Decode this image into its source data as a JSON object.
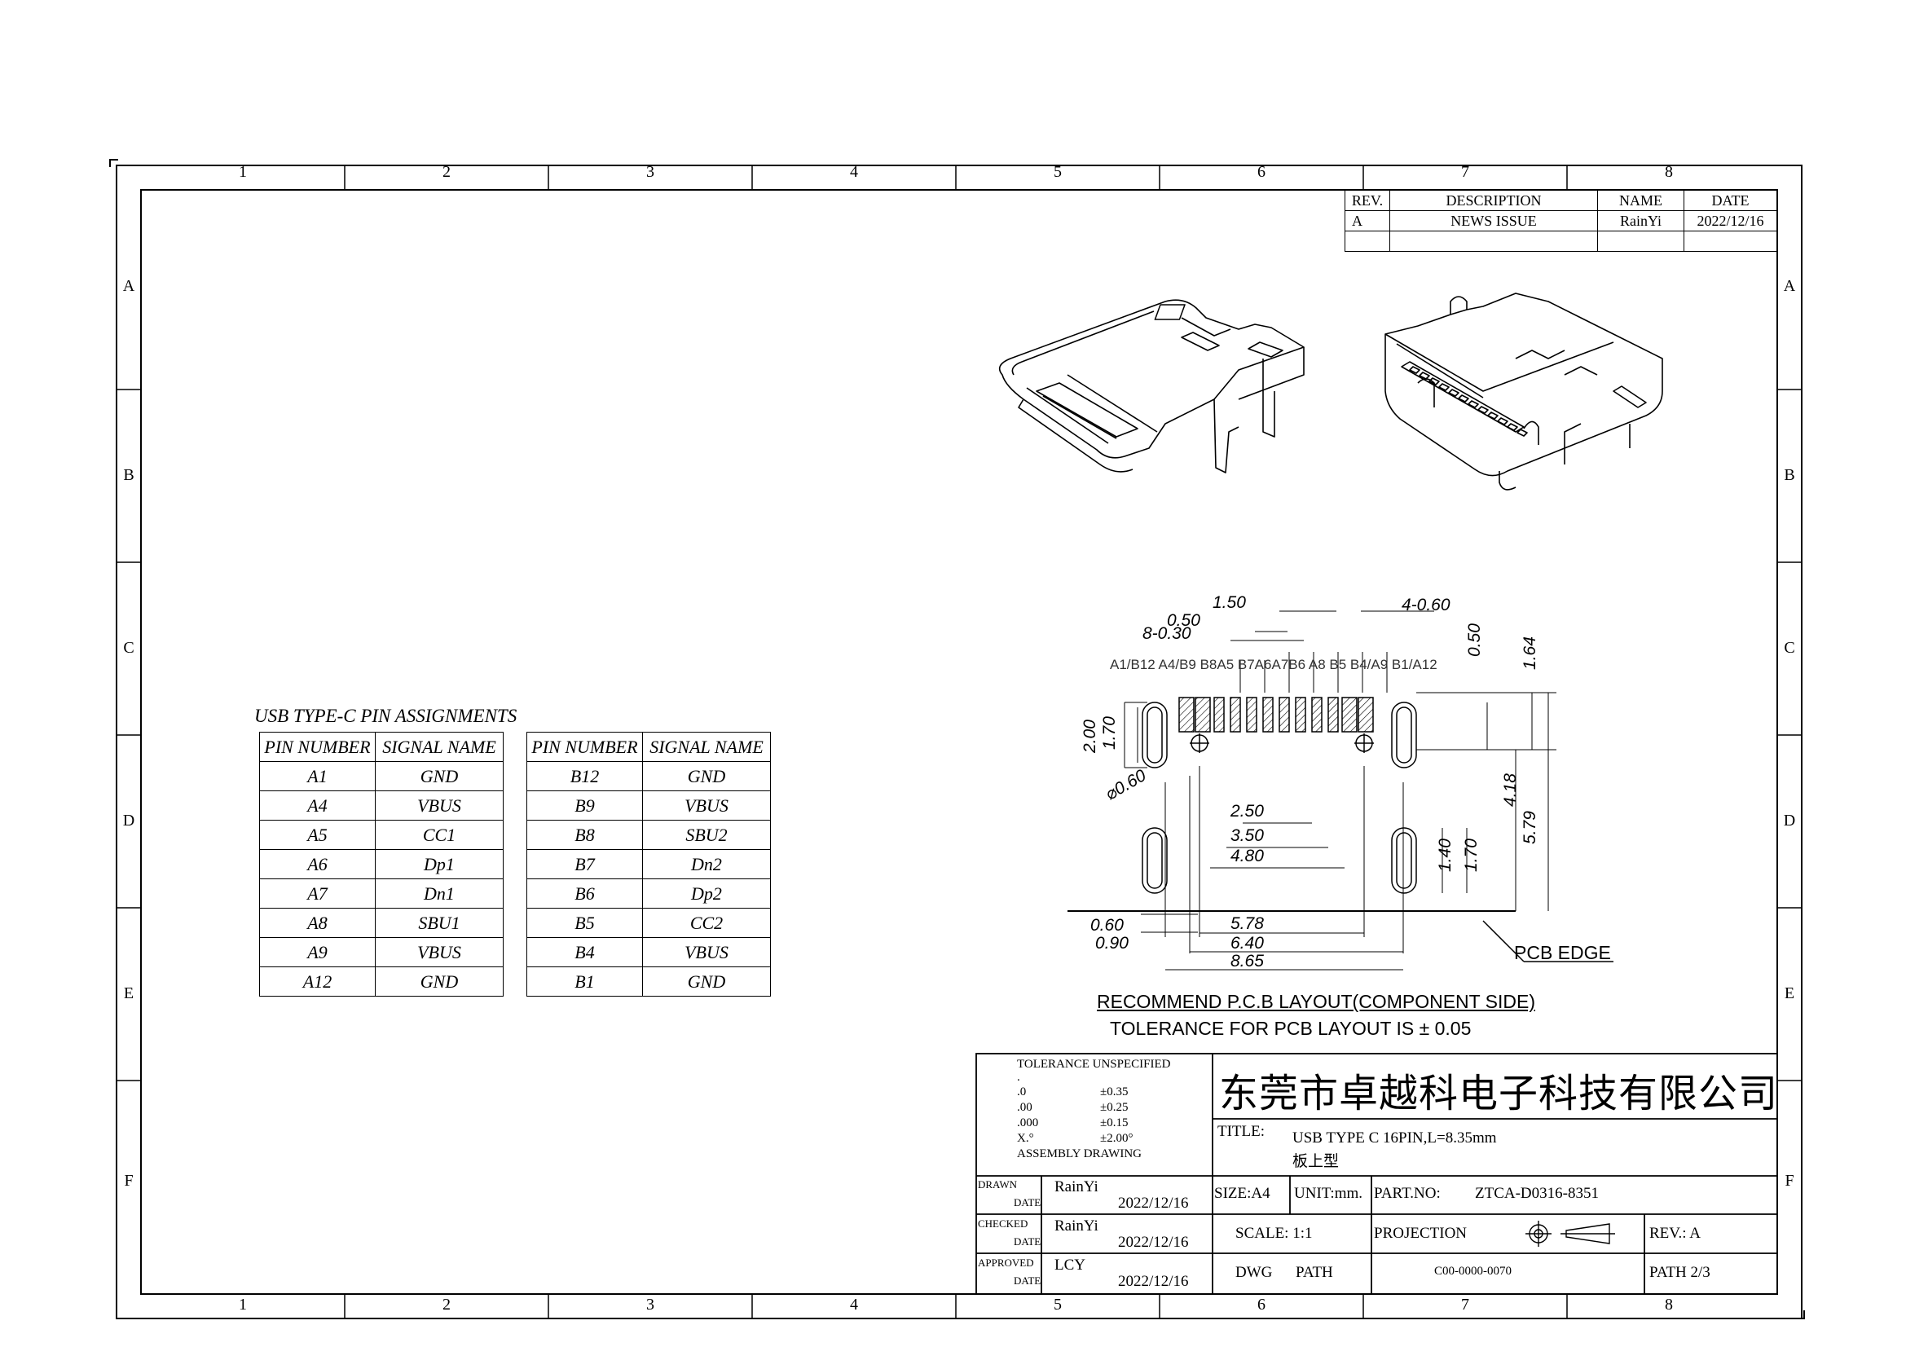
{
  "zones": {
    "columns": [
      "1",
      "2",
      "3",
      "4",
      "5",
      "6",
      "7",
      "8"
    ],
    "rows": [
      "A",
      "B",
      "C",
      "D",
      "E",
      "F"
    ]
  },
  "revision_table": {
    "headers": [
      "REV.",
      "DESCRIPTION",
      "NAME",
      "DATE"
    ],
    "row": [
      "A",
      "NEWS ISSUE",
      "RainYi",
      "2022/12/16"
    ]
  },
  "pin_table": {
    "title": "USB TYPE-C PIN ASSIGNMENTS",
    "headers": [
      "PIN NUMBER",
      "SIGNAL NAME"
    ],
    "left": [
      [
        "A1",
        "GND"
      ],
      [
        "A4",
        "VBUS"
      ],
      [
        "A5",
        "CC1"
      ],
      [
        "A6",
        "Dp1"
      ],
      [
        "A7",
        "Dn1"
      ],
      [
        "A8",
        "SBU1"
      ],
      [
        "A9",
        "VBUS"
      ],
      [
        "A12",
        "GND"
      ]
    ],
    "right": [
      [
        "B12",
        "GND"
      ],
      [
        "B9",
        "VBUS"
      ],
      [
        "B8",
        "SBU2"
      ],
      [
        "B7",
        "Dn2"
      ],
      [
        "B6",
        "Dp2"
      ],
      [
        "B5",
        "CC2"
      ],
      [
        "B4",
        "VBUS"
      ],
      [
        "B1",
        "GND"
      ]
    ]
  },
  "pcb_layout": {
    "pin_labels": "A1/B12 A4/B9 B8A5 B7A6A7B6 A8 B5 B4/A9 B1/A12",
    "dims": {
      "d150": "1.50",
      "d050": "0.50",
      "d8x030": "8-0.30",
      "d4x060": "4-0.60",
      "v050": "0.50",
      "v164": "1.64",
      "v200": "2.00",
      "v170": "1.70",
      "hole": "⌀0.60",
      "d250": "2.50",
      "d350": "3.50",
      "d480": "4.80",
      "v418": "4.18",
      "v579": "5.79",
      "v140": "1.40",
      "v170b": "1.70",
      "d060": "0.60",
      "d090": "0.90",
      "d578": "5.78",
      "d640": "6.40",
      "d865": "8.65"
    },
    "pcb_edge": "PCB EDGE",
    "caption1": "RECOMMEND P.C.B LAYOUT(COMPONENT SIDE)",
    "caption2": "TOLERANCE FOR PCB LAYOUT IS ± 0.05"
  },
  "title_block": {
    "tolerance_title": "TOLERANCE UNSPECIFIED",
    "tol_dot": ".",
    "tolerances": [
      [
        ".0",
        "±0.35"
      ],
      [
        ".00",
        "±0.25"
      ],
      [
        ".000",
        "±0.15"
      ],
      [
        "X.°",
        "±2.00°"
      ]
    ],
    "assembly": "ASSEMBLY DRAWING",
    "company": "东莞市卓越科电子科技有限公司",
    "title_label": "TITLE:",
    "title_line1": "USB TYPE C 16PIN,L=8.35mm",
    "title_line2": "板上型",
    "drawn_label": "DRAWN",
    "date_label": "DATE",
    "drawn_name": "RainYi",
    "drawn_date": "2022/12/16",
    "checked_label": "CHECKED",
    "checked_name": "RainYi",
    "checked_date": "2022/12/16",
    "approved_label": "APPROVED",
    "approved_name": "LCY",
    "approved_date": "2022/12/16",
    "size": "SIZE:A4",
    "unit": "UNIT:mm.",
    "part_label": "PART.NO:",
    "part_no": "ZTCA-D0316-8351",
    "scale": "SCALE:  1:1",
    "projection": "PROJECTION",
    "rev": "REV.:  A",
    "dwg": "DWG",
    "path_label": "PATH",
    "dwg_no": "C00-0000-0070",
    "path": "PATH   2/3"
  }
}
